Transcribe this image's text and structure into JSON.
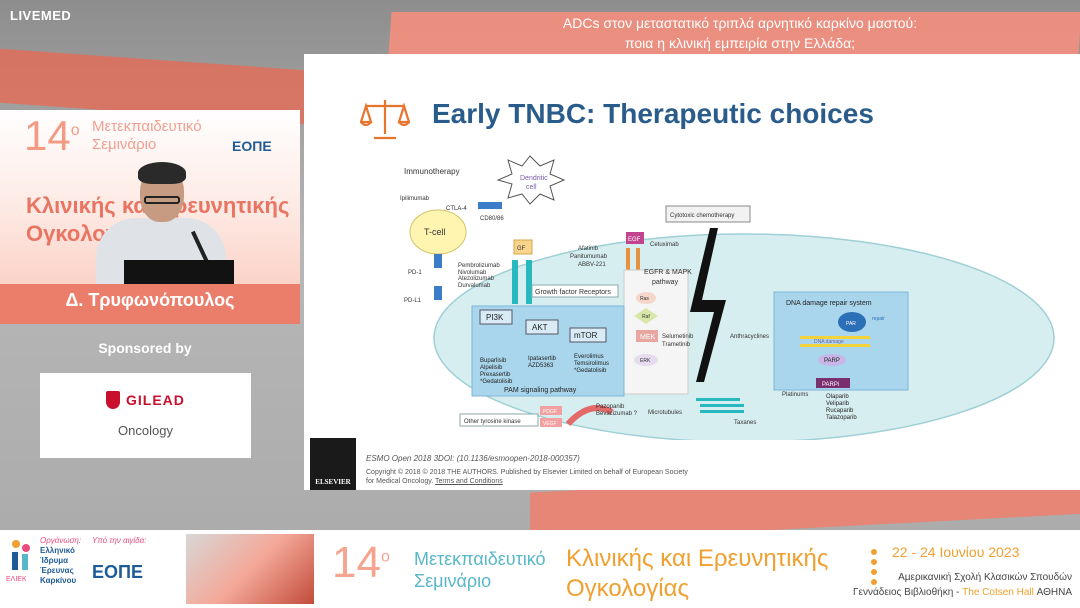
{
  "broadcaster": "LIVEMED",
  "session_title": [
    "ADCs στον μεταστατικό τριπλά αρνητικό καρκίνο μαστού:",
    "ποια η κλινική εμπειρία στην Ελλάδα;"
  ],
  "speaker": {
    "name": "Δ. Τρυφωνόπουλος",
    "backdrop": {
      "number": "14",
      "sup": "ο",
      "sub": [
        "Μετεκπαιδευτικό",
        "Σεμινάριο"
      ],
      "big": [
        "Κλινικής και Ερευνητικής",
        "Ογκολογίας"
      ],
      "org": "ΕΟΠΕ"
    }
  },
  "sponsor": {
    "label": "Sponsored by",
    "name": "GILEAD",
    "sub": "Oncology"
  },
  "slide": {
    "title": "Early TNBC: Therapeutic choices",
    "diagram": {
      "immunotherapy": "Immunotherapy",
      "dendritic": [
        "Dendritic",
        "cell"
      ],
      "ipilimumab": "Ipilimumab",
      "ctla4": "CTLA-4",
      "cd80": "CD80/86",
      "tcell": "T-cell",
      "pd1": "PD-1",
      "pdl1": "PD-L1",
      "pd1_drugs": [
        "Pembrolizumab",
        "Nivolumab"
      ],
      "pdl1_drugs": [
        "Atezolizumab",
        "Durvalumab"
      ],
      "gf": "GF",
      "gfr": "Growth factor Receptors",
      "egf": "EGF",
      "egfr_drugs": [
        "Afatinib",
        "Panitumumab",
        "ABBV-221"
      ],
      "cetuximab": "Cetuximab",
      "cytotoxic": "Cytotoxic chemotherapy",
      "egfr_pathway": [
        "EGFR & MAPK",
        "pathway"
      ],
      "ras": "Ras",
      "raf": "Raf",
      "mek": "MEK",
      "erk": "ERK",
      "mek_drugs": [
        "Selumetinib",
        "Trametinib"
      ],
      "pi3k": "PI3K",
      "akt": "AKT",
      "mtor": "mTOR",
      "pi3k_drugs": [
        "Buparlisib",
        "Alpelisib",
        "Prexasertib",
        "*Gedatolisib"
      ],
      "akt_drugs": [
        "Ipatasertib",
        "AZD5363"
      ],
      "mtor_drugs": [
        "Everolimus",
        "Temsirolimus",
        "*Gedatolisib"
      ],
      "pam": "PAM signaling pathway",
      "anthracyclines": "Anthracyclines",
      "microtubules": "Microtubules",
      "taxanes": "Taxanes",
      "platinums": "Platinums",
      "dna_repair": "DNA damage repair system",
      "par": "PAR",
      "repair": "repair",
      "dna_damage": "DNA damage",
      "parp": "PARP",
      "parpi": "PARPi",
      "parpi_drugs": [
        "Olaparib",
        "Veliparib",
        "Rucaparib",
        "Talazoparib"
      ],
      "other_tk": "Other tyrosine kinase",
      "pdgf": "PDGF",
      "vegf": "VEGF",
      "vegf_drugs": [
        "Pazopanib",
        "Bevacizumab ?"
      ]
    },
    "citation": "ESMO Open 2018 3DOI: (10.1136/esmoopen-2018-000357)",
    "copyright": "Copyright © 2018 © 2018 THE AUTHORS. Published by Elsevier Limited on behalf of European Society",
    "copyright2": "for Medical Oncology.",
    "terms": "Terms and Conditions",
    "elsevier": "ELSEVIER"
  },
  "footer": {
    "org_label": "Οργάνωση:",
    "org": [
      "Ελληνικό",
      "Ίδρυμα",
      "Έρευνας",
      "Καρκίνου"
    ],
    "org_abbr": "ΕΛΙΕΚ",
    "aegis_label": "Υπό την αιγίδα:",
    "eope": "ΕΟΠΕ",
    "number": "14",
    "sup": "ο",
    "seminar": [
      "Μετεκπαιδευτικό",
      "Σεμινάριο"
    ],
    "klin": [
      "Κλινικής και Ερευνητικής",
      "Ογκολογίας"
    ],
    "date": "22 - 24 Ιουνίου 2023",
    "venue1": "Αμερικανική Σχολή Κλασικών Σπουδών",
    "venue2a": "Γεννάδειος Βιβλιοθήκη - ",
    "venue2b": "The Cotsen Hall",
    "venue2c": " ΑΘΗΝΑ"
  }
}
